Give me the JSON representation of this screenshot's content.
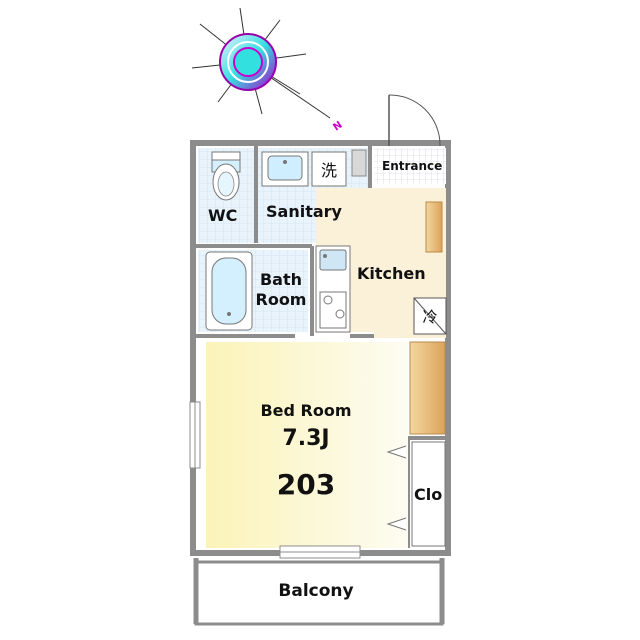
{
  "rooms": {
    "wc": "WC",
    "sanitary": "Sanitary",
    "bath_line1": "Bath",
    "bath_line2": "Room",
    "kitchen": "Kitchen",
    "entrance": "Entrance",
    "bedroom": "Bed Room",
    "closet": "Clo",
    "balcony": "Balcony"
  },
  "bedroom_size": "7.3J",
  "unit_number": "203",
  "symbols": {
    "washer": "洗",
    "fridge": "冷"
  },
  "compass": {
    "north_label": "N",
    "accent_color": "#cc00cc",
    "inner_color": "#33e0e0"
  },
  "colors": {
    "wall": "#8c8c8c",
    "tile_blue": "#dceefa",
    "floor_kitchen": "#fbf1d8",
    "floor_bedroom_left": "#fbf3c0",
    "entrance_grid": "#d8d8ee",
    "closet_wood": "#e8c282"
  }
}
